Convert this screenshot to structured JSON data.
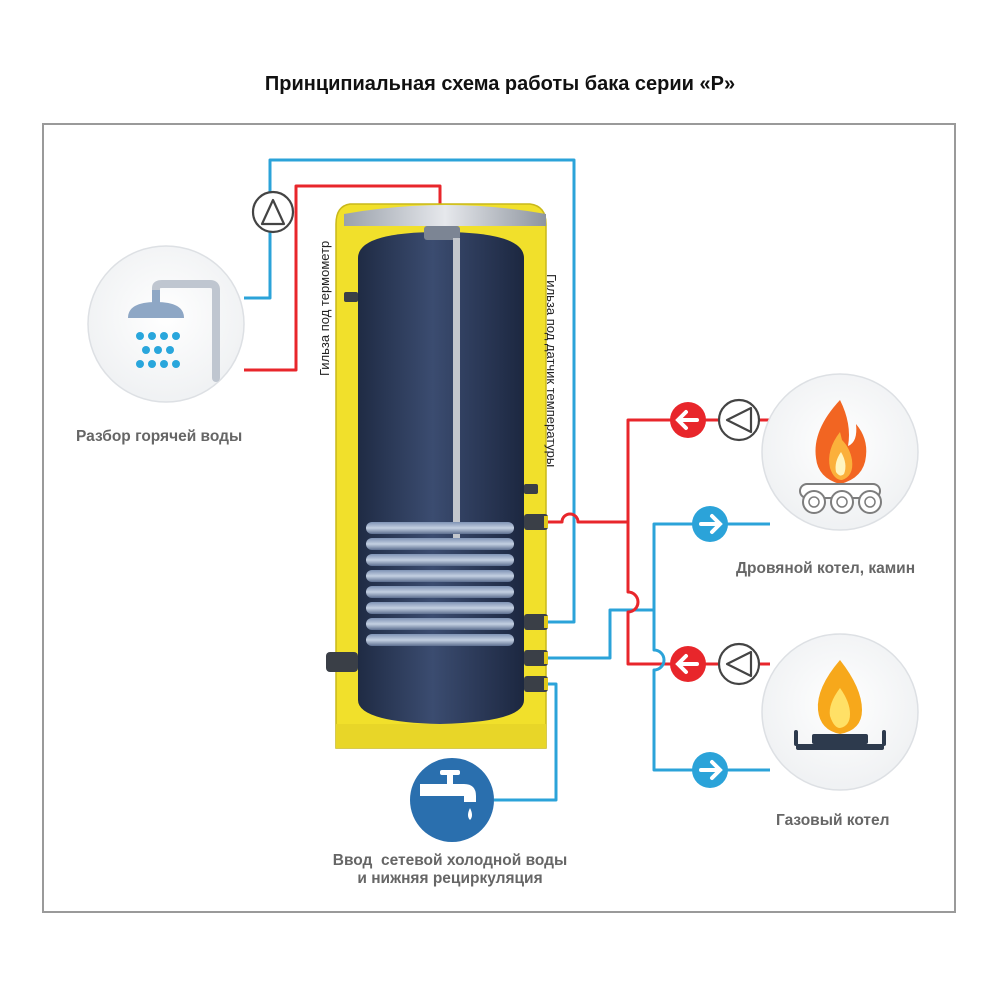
{
  "title": "Принципиальная схема работы бака серии «Р»",
  "labels": {
    "hot_water": "Разбор горячей воды",
    "wood_boiler": "Дровяной котел, камин",
    "gas_boiler": "Газовый котел",
    "cold_water_line1": "Ввод  сетевой холодной воды",
    "cold_water_line2": "и нижняя рециркуляция",
    "thermometer_sleeve": "Гильза под термометр",
    "sensor_sleeve": "Гильза под датчик температуры"
  },
  "colors": {
    "hot_pipe": "#e8262b",
    "cold_pipe": "#2ba3d9",
    "tank_body": "#f1e02b",
    "tank_inner": "#2b3a58",
    "icon_bg": "#f6f7f8",
    "text_gray": "#666666"
  },
  "icons": [
    "pump-icon",
    "shower-icon",
    "fire-icon",
    "gas-flame-icon",
    "faucet-icon",
    "arrow-left-icon",
    "arrow-right-icon"
  ]
}
